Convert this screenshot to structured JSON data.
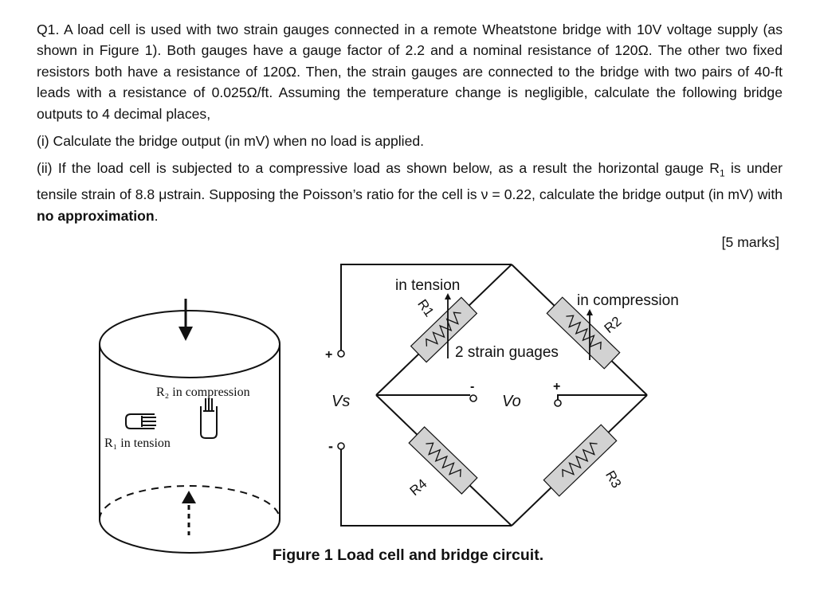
{
  "question": {
    "intro": "Q1. A load cell is used with two strain gauges connected in a remote Wheatstone bridge with 10V voltage supply (as shown in Figure 1). Both gauges have a gauge factor of 2.2 and a nominal resistance of 120Ω. The other two fixed resistors both have a resistance of 120Ω. Then, the strain gauges are connected to the bridge with two pairs of 40-ft leads with a resistance of 0.025Ω/ft. Assuming the temperature change is negligible, calculate the following bridge outputs to 4 decimal places,",
    "part_i": "(i)   Calculate the bridge output (in mV) when no load is applied.",
    "part_ii_a": "(ii)   If the load cell is subjected to a compressive load as shown below, as a result the horizontal gauge R",
    "part_ii_sub": "1",
    "part_ii_b": " is under tensile strain of 8.8 μstrain. Supposing the Poisson’s ratio for the cell is ν = 0.22, calculate the bridge output (in mV) with ",
    "part_ii_bold": "no approximation",
    "part_ii_end": ".",
    "marks": "[5 marks]"
  },
  "figure": {
    "caption": "Figure 1 Load cell and bridge circuit.",
    "load_cell": {
      "r2_label": "R₂ in compression",
      "r1_label": "R₁ in tension"
    },
    "bridge": {
      "label_tension": "in tension",
      "label_compression": "in compression",
      "label_strain": "2 strain guages",
      "r1": "R1",
      "r2": "R2",
      "r3": "R3",
      "r4": "R4",
      "vs": "Vs",
      "vo": "Vo",
      "plus": "+",
      "minus": "-"
    }
  }
}
